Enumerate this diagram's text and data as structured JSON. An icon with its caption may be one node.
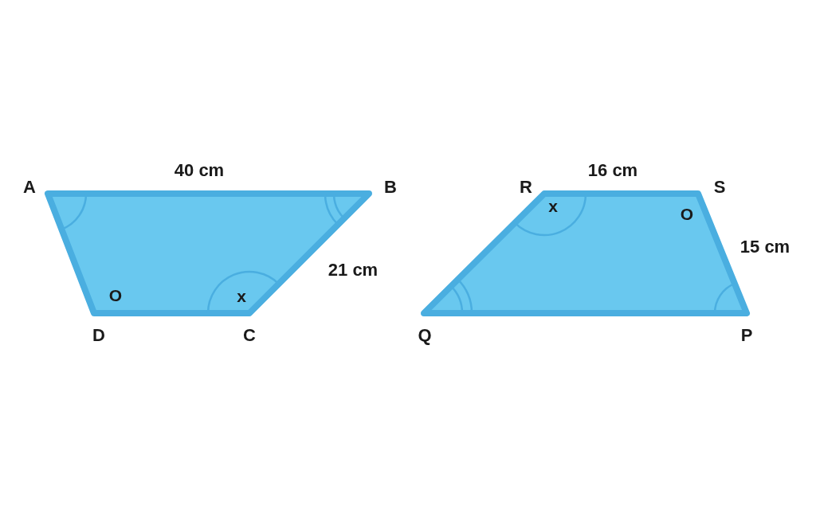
{
  "diagram": {
    "nodes": [
      {
        "text": [
          "O",
          "x"
        ]
      },
      {
        "text": [
          "x",
          "O"
        ]
      }
    ],
    "labels": [
      "A",
      "40 cm",
      "B",
      "21 cm",
      "D",
      "C",
      "R",
      "16 cm",
      "S",
      "15 cm",
      "Q",
      "P"
    ]
  }
}
